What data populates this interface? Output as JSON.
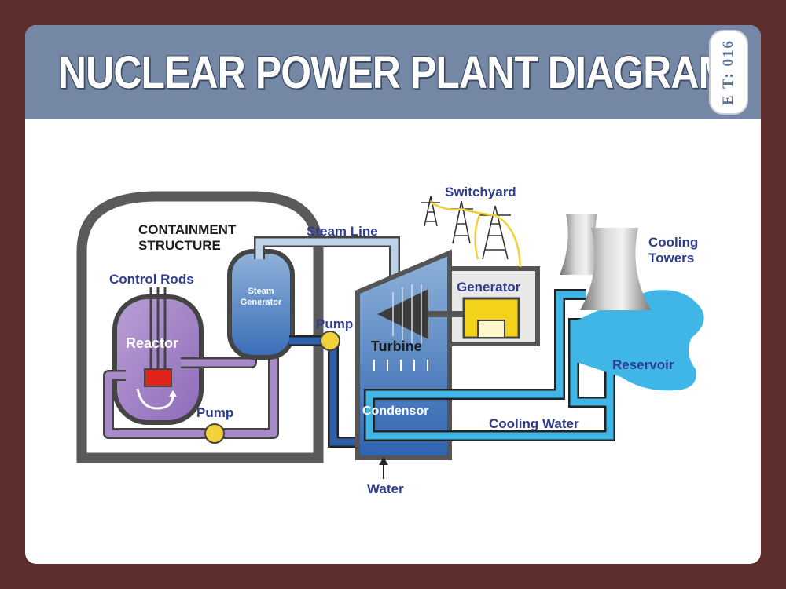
{
  "header": {
    "title": "NUCLEAR POWER PLANT DIAGRAM",
    "code": "E T: 016"
  },
  "labels": {
    "containment_line1": "CONTAINMENT",
    "containment_line2": "STRUCTURE",
    "control_rods": "Control Rods",
    "reactor": "Reactor",
    "steam_generator_line1": "Steam",
    "steam_generator_line2": "Generator",
    "pump_primary": "Pump",
    "pump_secondary": "Pump",
    "steam_line": "Steam Line",
    "switchyard": "Switchyard",
    "generator": "Generator",
    "turbine": "Turbine",
    "condensor": "Condensor",
    "water": "Water",
    "cooling_water": "Cooling Water",
    "cooling_towers_line1": "Cooling",
    "cooling_towers_line2": "Towers",
    "reservoir": "Reservoir"
  },
  "colors": {
    "background": "#5e2f2e",
    "header": "#7487a5",
    "label_blue": "#2e3d8f",
    "primary_loop": "#a98ac8",
    "secondary_loop": "#2f5fa8",
    "cooling_loop": "#3fb6e6",
    "steam_line": "#bcd3ea",
    "pump": "#f2d23a",
    "generator_yellow": "#f3d21c",
    "reactor_core": "#e0241c"
  }
}
